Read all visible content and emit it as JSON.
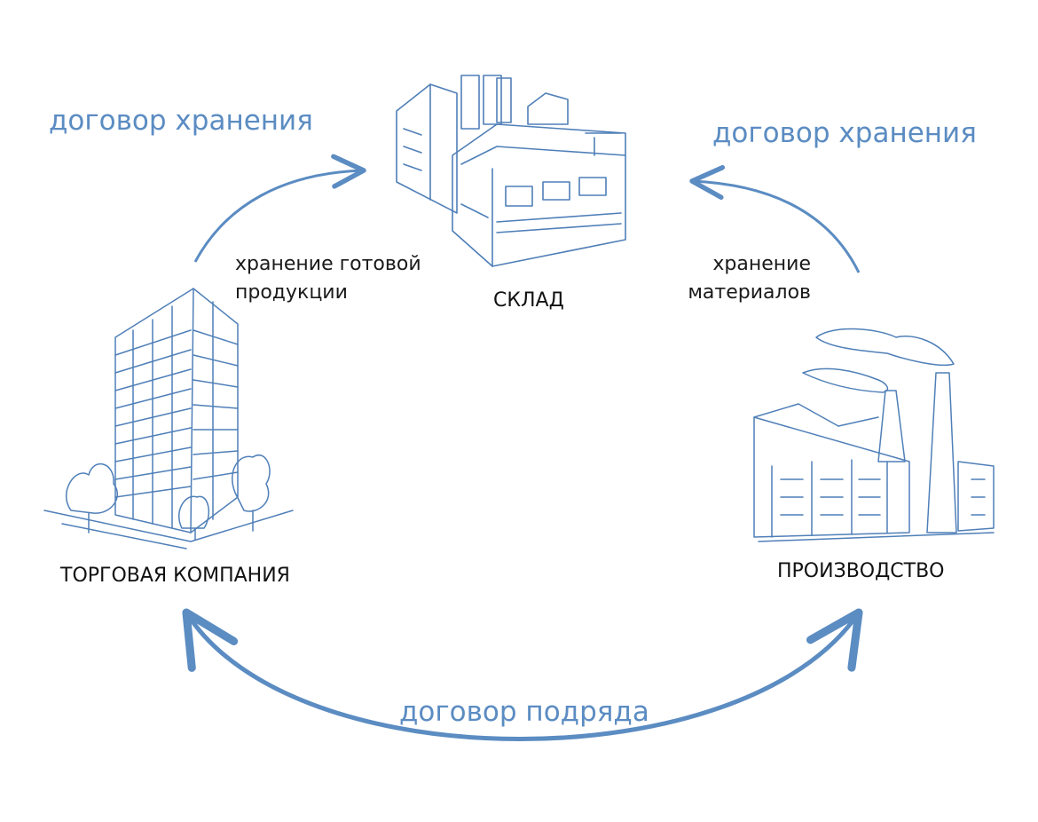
{
  "nodes": {
    "warehouse": "СКЛАД",
    "trading_company": "ТОРГОВАЯ КОМПАНИЯ",
    "production": "ПРОИЗВОДСТВО"
  },
  "contracts": {
    "left_top": "договор хранения",
    "right_top": "договор хранения",
    "bottom": "договор подряда"
  },
  "notes": {
    "finished_goods": [
      "хранение готовой",
      "продукции"
    ],
    "materials": [
      "хранение",
      "материалов"
    ]
  },
  "colors": {
    "accent": "#5b8cc2",
    "sketch": "#4f7fb8"
  },
  "icons": [
    "warehouse-icon",
    "office-building-icon",
    "factory-icon"
  ]
}
